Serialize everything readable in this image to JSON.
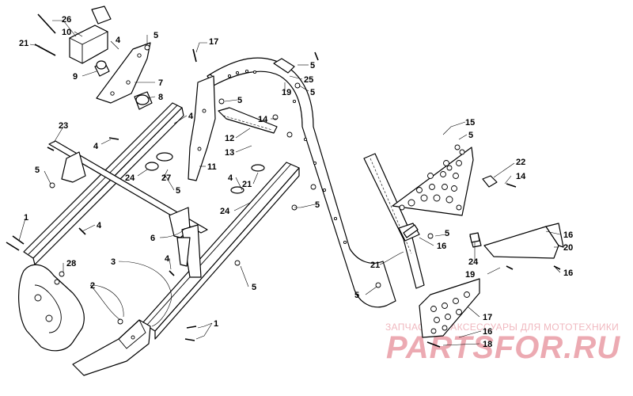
{
  "diagram": {
    "callouts": [
      {
        "id": "c26",
        "text": "26"
      },
      {
        "id": "c10",
        "text": "10"
      },
      {
        "id": "c21a",
        "text": "21"
      },
      {
        "id": "c4a",
        "text": "4"
      },
      {
        "id": "c5a",
        "text": "5"
      },
      {
        "id": "c9",
        "text": "9"
      },
      {
        "id": "c7",
        "text": "7"
      },
      {
        "id": "c8",
        "text": "8"
      },
      {
        "id": "c17a",
        "text": "17"
      },
      {
        "id": "c5b",
        "text": "5"
      },
      {
        "id": "c25",
        "text": "25"
      },
      {
        "id": "c19a",
        "text": "19"
      },
      {
        "id": "c5c",
        "text": "5"
      },
      {
        "id": "c5d",
        "text": "5"
      },
      {
        "id": "c14a",
        "text": "14"
      },
      {
        "id": "c12",
        "text": "12"
      },
      {
        "id": "c13",
        "text": "13"
      },
      {
        "id": "c15",
        "text": "15"
      },
      {
        "id": "c5e",
        "text": "5"
      },
      {
        "id": "c23",
        "text": "23"
      },
      {
        "id": "c4b",
        "text": "4"
      },
      {
        "id": "c4c",
        "text": "4"
      },
      {
        "id": "c5f",
        "text": "5"
      },
      {
        "id": "c24a",
        "text": "24"
      },
      {
        "id": "c27",
        "text": "27"
      },
      {
        "id": "c5g",
        "text": "5"
      },
      {
        "id": "c11",
        "text": "11"
      },
      {
        "id": "c4d",
        "text": "4"
      },
      {
        "id": "c21b",
        "text": "21"
      },
      {
        "id": "c24b",
        "text": "24"
      },
      {
        "id": "c5h",
        "text": "5"
      },
      {
        "id": "c22",
        "text": "22"
      },
      {
        "id": "c14b",
        "text": "14"
      },
      {
        "id": "c1a",
        "text": "1"
      },
      {
        "id": "c4e",
        "text": "4"
      },
      {
        "id": "c6",
        "text": "6"
      },
      {
        "id": "c16a",
        "text": "16"
      },
      {
        "id": "c5i",
        "text": "5"
      },
      {
        "id": "c16b",
        "text": "16"
      },
      {
        "id": "c20",
        "text": "20"
      },
      {
        "id": "c24c",
        "text": "24"
      },
      {
        "id": "c3",
        "text": "3"
      },
      {
        "id": "c28",
        "text": "28"
      },
      {
        "id": "c4f",
        "text": "4"
      },
      {
        "id": "c21c",
        "text": "21"
      },
      {
        "id": "c19b",
        "text": "19"
      },
      {
        "id": "c16c",
        "text": "16"
      },
      {
        "id": "c2",
        "text": "2"
      },
      {
        "id": "c5j",
        "text": "5"
      },
      {
        "id": "c5k",
        "text": "5"
      },
      {
        "id": "c17b",
        "text": "17"
      },
      {
        "id": "c1b",
        "text": "1"
      },
      {
        "id": "c16d",
        "text": "16"
      },
      {
        "id": "c18",
        "text": "18"
      }
    ]
  },
  "watermark": {
    "tagline": "ЗАПЧАСТИ И АКСЕССУАРЫ ДЛЯ МОТОТЕХНИКИ",
    "logo": "PARTSFOR.RU"
  },
  "colors": {
    "line": "#000000",
    "background": "#ffffff",
    "watermark": "#ecaab2"
  }
}
